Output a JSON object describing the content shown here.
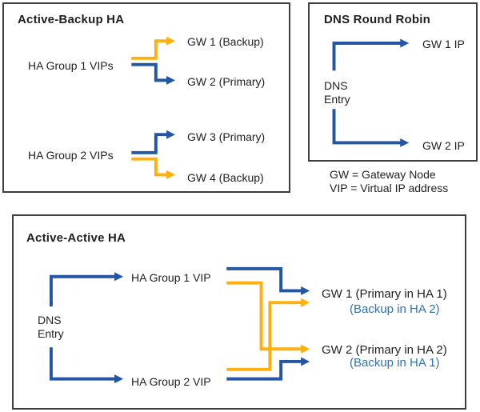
{
  "colors": {
    "blue": "#2456A3",
    "orange": "#FFB00E",
    "light_blue": "#2E74B5",
    "border": "#3F3F3F",
    "text": "#1F1F1F"
  },
  "active_backup": {
    "title": "Active-Backup HA",
    "group1": {
      "label": "HA Group 1 VIPs",
      "gw1": "GW 1 (Backup)",
      "gw2": "GW 2 (Primary)"
    },
    "group2": {
      "label": "HA Group 2 VIPs",
      "gw3": "GW 3 (Primary)",
      "gw4": "GW 4 (Backup)"
    }
  },
  "dns_round_robin": {
    "title": "DNS Round Robin",
    "dns_entry": "DNS\nEntry",
    "gw1_ip": "GW 1 IP",
    "gw2_ip": "GW 2 IP"
  },
  "legend": {
    "line1": "GW = Gateway Node",
    "line2": "VIP = Virtual IP address"
  },
  "active_active": {
    "title": "Active-Active HA",
    "dns_entry": "DNS\nEntry",
    "group1": "HA Group 1 VIP",
    "group2": "HA Group 2 VIP",
    "gw1_primary": "GW 1 (Primary in HA 1)",
    "gw1_backup": "(Backup in HA 2)",
    "gw2_primary": "GW 2 (Primary in HA 2)",
    "gw2_backup": "(Backup in HA 1)"
  }
}
